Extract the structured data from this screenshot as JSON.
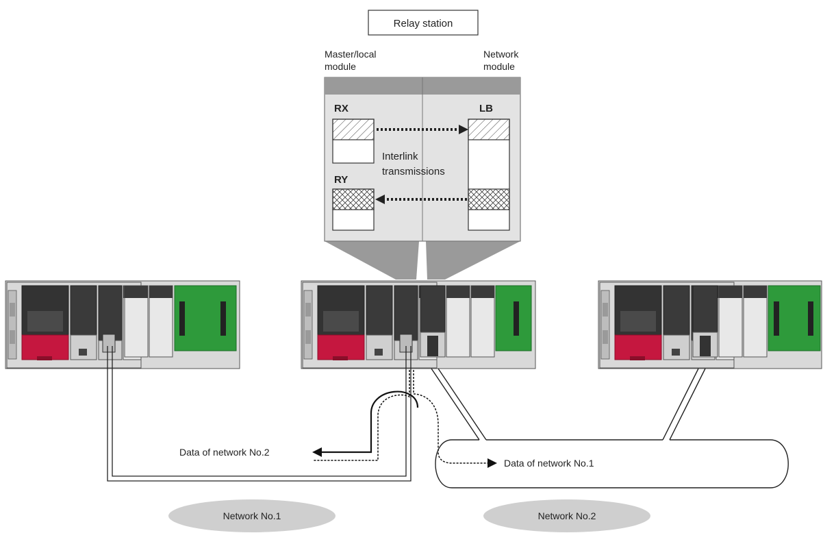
{
  "relay_station": {
    "title": "Relay station"
  },
  "modules": {
    "master_local": [
      "Master/local",
      "module"
    ],
    "network": [
      "Network",
      "module"
    ]
  },
  "devices": {
    "rx": "RX",
    "ry": "RY",
    "lb": "LB"
  },
  "interlink": [
    "Interlink",
    "transmissions"
  ],
  "flows": {
    "network2_data": "Data of network No.2",
    "network1_data": "Data of network No.1"
  },
  "networks": {
    "no1": "Network No.1",
    "no2": "Network No.2"
  },
  "colors": {
    "power_supply_red": "#c5173f",
    "base_board_green": "#2e9a3b",
    "module_dark": "#3a3a3a",
    "panel_gray": "#e3e3e3",
    "ellipse_gray": "#cfcfcf"
  }
}
